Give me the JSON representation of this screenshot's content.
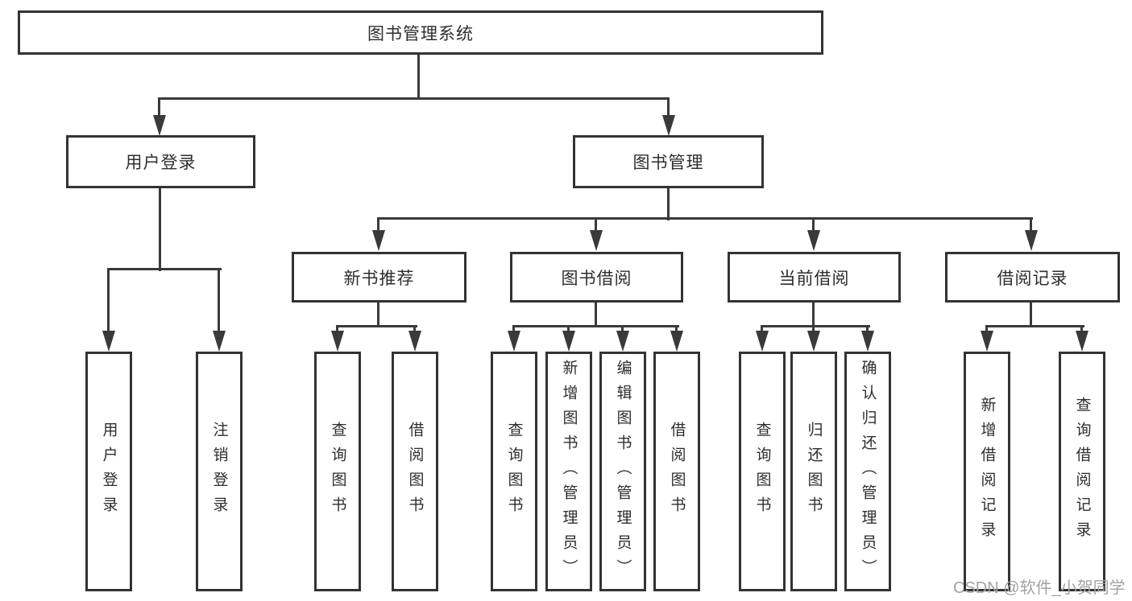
{
  "diagram": {
    "root": {
      "label": "图书管理系统"
    },
    "level2": [
      {
        "label": "用户登录"
      },
      {
        "label": "图书管理"
      }
    ],
    "level3": [
      {
        "label": "新书推荐"
      },
      {
        "label": "图书借阅"
      },
      {
        "label": "当前借阅"
      },
      {
        "label": "借阅记录"
      }
    ],
    "leaves": {
      "user_login": [
        "用户登录",
        "注销登录"
      ],
      "new_book_recommend": [
        "查询图书",
        "借阅图书"
      ],
      "book_borrow": [
        "查询图书",
        "新增图书（管理员）",
        "编辑图书（管理员）",
        "借阅图书"
      ],
      "current_borrow": [
        "查询图书",
        "归还图书",
        "确认归还（管理员）"
      ],
      "borrow_records": [
        "新增借阅记录",
        "查询借阅记录"
      ]
    }
  },
  "watermark": {
    "text": "CSDN @软件_小贺同学"
  },
  "colors": {
    "line": "#3a3a3a",
    "border": "#333333",
    "text": "#2e2e2e",
    "background": "#ffffff",
    "watermark": "#a2a2a8"
  }
}
